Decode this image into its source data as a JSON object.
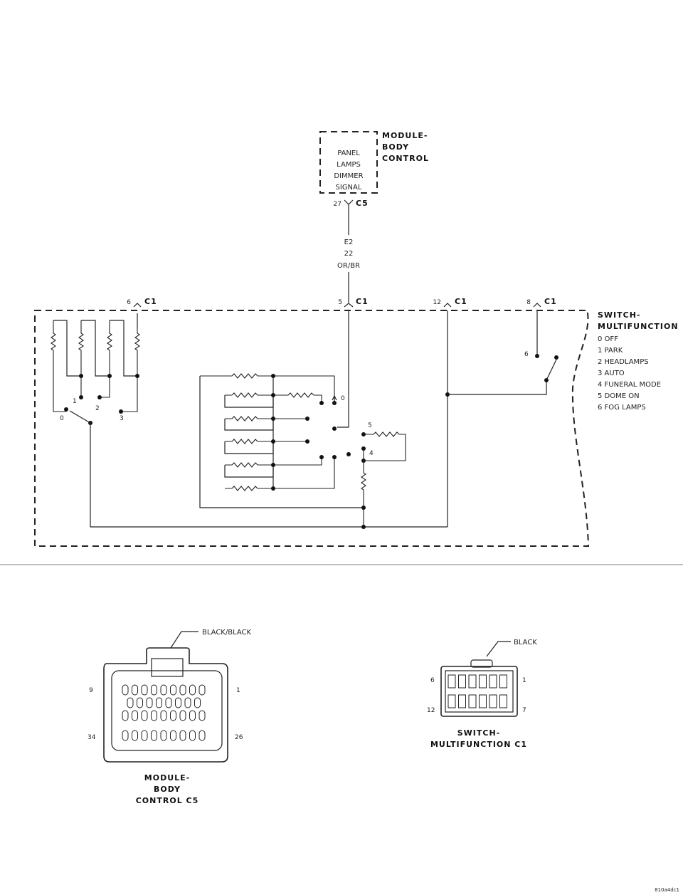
{
  "module": {
    "title_lines": [
      "MODULE-",
      "BODY",
      "CONTROL"
    ],
    "signal_lines": [
      "PANEL",
      "LAMPS",
      "DIMMER",
      "SIGNAL"
    ],
    "pin": "27",
    "connector": "C5"
  },
  "wire": {
    "circuit": "E2",
    "gauge": "22",
    "color": "OR/BR"
  },
  "switch_pins": [
    {
      "pin": "6",
      "connector": "C1"
    },
    {
      "pin": "5",
      "connector": "C1"
    },
    {
      "pin": "12",
      "connector": "C1"
    },
    {
      "pin": "8",
      "connector": "C1"
    }
  ],
  "switch": {
    "title_lines": [
      "SWITCH-",
      "MULTIFUNCTION"
    ],
    "positions": [
      "0 OFF",
      "1 PARK",
      "2 HEADLAMPS",
      "3 AUTO",
      "4 FUNERAL MODE",
      "5 DOME ON",
      "6 FOG LAMPS"
    ]
  },
  "contacts": {
    "headlamp": [
      "0",
      "1",
      "2",
      "3"
    ],
    "dimmer": [
      "0",
      "5",
      "4"
    ],
    "fog": "6"
  },
  "c5_view": {
    "wire_color": "BLACK/BLACK",
    "pins": [
      "9",
      "1",
      "34",
      "26"
    ],
    "title_lines": [
      "MODULE-",
      "BODY",
      "CONTROL C5"
    ]
  },
  "c1_view": {
    "wire_color": "BLACK",
    "pins": [
      "6",
      "1",
      "12",
      "7"
    ],
    "title_lines": [
      "SWITCH-",
      "MULTIFUNCTION C1"
    ]
  },
  "figure_id": "810a4dc1"
}
